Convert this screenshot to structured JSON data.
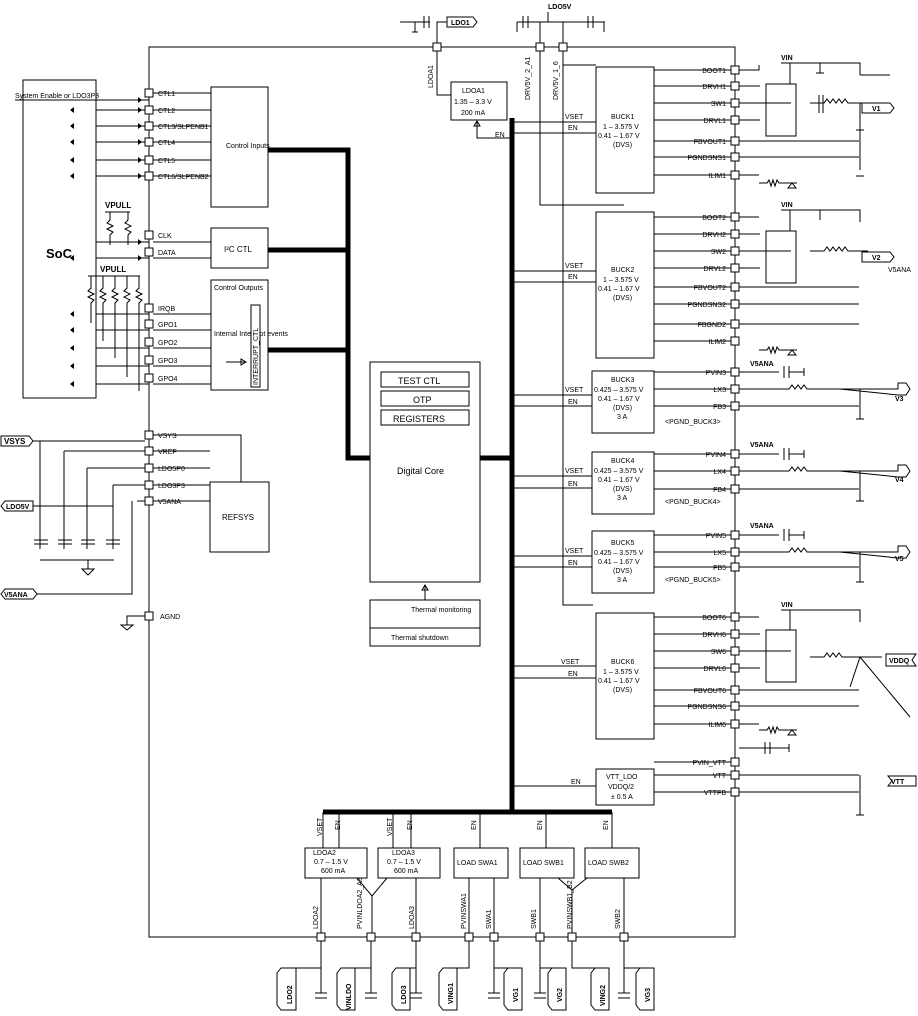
{
  "soc": {
    "label": "SoC"
  },
  "system_enable": "System Enable or LDO3P3",
  "vpull": [
    "VPULL",
    "VPULL"
  ],
  "left_pins": [
    "CTL1",
    "CTL2",
    "CTL3/SLPENB1",
    "CTL4",
    "CTL5",
    "CTL6/SLPENB2",
    "CLK",
    "DATA",
    "IRQB",
    "GPO1",
    "GPO2",
    "GPO3",
    "GPO4",
    "VSYS",
    "VREF",
    "LDO5P0",
    "LDO3P3",
    "V5ANA",
    "AGND"
  ],
  "control_inputs": "Control Inputs",
  "i2c_ctl": "I²C CTL",
  "control_outputs": "Control Outputs",
  "interrupt_events": "Internal Interrupt events",
  "interrupt_ctl": "INTERRUPT_CTL",
  "refsys": "REFSYS",
  "digital_core": {
    "test": "TEST CTL",
    "otp": "OTP",
    "registers": "REGISTERS",
    "label": "Digital Core"
  },
  "thermal": {
    "monitoring": "Thermal monitoring",
    "shutdown": "Thermal shutdown"
  },
  "power_nets": {
    "vsys": "VSYS",
    "ldo5v": "LDO5V",
    "v5ana": "V5ANA",
    "ldo1": "LDO1",
    "ldo5v_top": "LDO5V"
  },
  "top_pins": [
    "LDOA1",
    "DRV5V_2_A1",
    "DRV5V_1_6"
  ],
  "ldoa1": {
    "name": "LDOA1",
    "range": "1.35 – 3.3 V",
    "current": "200 mA",
    "en": "EN"
  },
  "buck1": {
    "name": "BUCK1",
    "l1": "1 – 3.575 V",
    "l2": "0.41 – 1.67 V",
    "l3": "(DVS)",
    "vset": "VSET",
    "en": "EN",
    "pins": [
      "BOOT1",
      "DRVH1",
      "SW1",
      "DRVL1",
      "FBVOUT1",
      "PGNDSNS1",
      "ILIM1"
    ],
    "out": "V1",
    "vin": "VIN"
  },
  "buck2": {
    "name": "BUCK2",
    "l1": "1 – 3.575 V",
    "l2": "0.41 – 1.67 V",
    "l3": "(DVS)",
    "vset": "VSET",
    "en": "EN",
    "pins": [
      "BOOT2",
      "DRVH2",
      "SW2",
      "DRVL2",
      "FBVOUT2",
      "PGNDSNS2",
      "FBGND2",
      "ILIM2"
    ],
    "out": "V2",
    "out_sub": "V5ANA",
    "vin": "VIN"
  },
  "buck3": {
    "name": "BUCK3",
    "l1": "0.425 – 3.575 V",
    "l2": "0.41 – 1.67 V",
    "l3": "(DVS)",
    "l4": "3 A",
    "pgnd": "<PGND_BUCK3>",
    "vset": "VSET",
    "en": "EN",
    "pins": [
      "PVIN3",
      "LX3",
      "FB3"
    ],
    "out": "V3",
    "supply": "V5ANA"
  },
  "buck4": {
    "name": "BUCK4",
    "l1": "0.425 – 3.575 V",
    "l2": "0.41 – 1.67 V",
    "l3": "(DVS)",
    "l4": "3 A",
    "pgnd": "<PGND_BUCK4>",
    "vset": "VSET",
    "en": "EN",
    "pins": [
      "PVIN4",
      "LX4",
      "FB4"
    ],
    "out": "V4",
    "supply": "V5ANA"
  },
  "buck5": {
    "name": "BUCK5",
    "l1": "0.425 – 3.575 V",
    "l2": "0.41 – 1.67 V",
    "l3": "(DVS)",
    "l4": "3 A",
    "pgnd": "<PGND_BUCK5>",
    "vset": "VSET",
    "en": "EN",
    "pins": [
      "PVIN5",
      "LX5",
      "FB5"
    ],
    "out": "V5",
    "supply": "V5ANA"
  },
  "buck6": {
    "name": "BUCK6",
    "l1": "1 – 3.575 V",
    "l2": "0.41 – 1.67 V",
    "l3": "(DVS)",
    "vset": "VSET",
    "en": "EN",
    "pins": [
      "BOOT6",
      "DRVH6",
      "SW6",
      "DRVL6",
      "FBVOUT6",
      "PGNDSNS6",
      "ILIM6"
    ],
    "out": "VDDQ",
    "vin": "VIN"
  },
  "vtt": {
    "l1": "VTT_LDO",
    "l2": "VDDQ/2",
    "l3": "± 0.5 A",
    "en": "EN",
    "pins": [
      "PVIN_VTT",
      "VTT",
      "VTTFB"
    ],
    "out": "VTT"
  },
  "ldoa2": {
    "l1": "LDOA2",
    "l2": "0.7 – 1.5 V",
    "l3": "600 mA",
    "vset": "VSET",
    "en": "EN"
  },
  "ldoa3": {
    "l1": "LDOA3",
    "l2": "0.7 – 1.5 V",
    "l3": "600 mA",
    "vset": "VSET",
    "en": "EN"
  },
  "swa1": {
    "label": "LOAD SWA1",
    "en": "EN"
  },
  "swb1": {
    "label": "LOAD SWB1",
    "en": "EN"
  },
  "swb2": {
    "label": "LOAD SWB2",
    "en": "EN"
  },
  "bottom_pins": [
    "LDOA2",
    "PVINLDOA2_A3",
    "LDOA3",
    "PVINSWA1",
    "SWA1",
    "SWB1",
    "PVINSWB1_B2",
    "SWB2"
  ],
  "bottom_nets": [
    "LDO2",
    "VINLDO",
    "LDO3",
    "VING1",
    "VG1",
    "VG2",
    "VING2",
    "VG3"
  ]
}
